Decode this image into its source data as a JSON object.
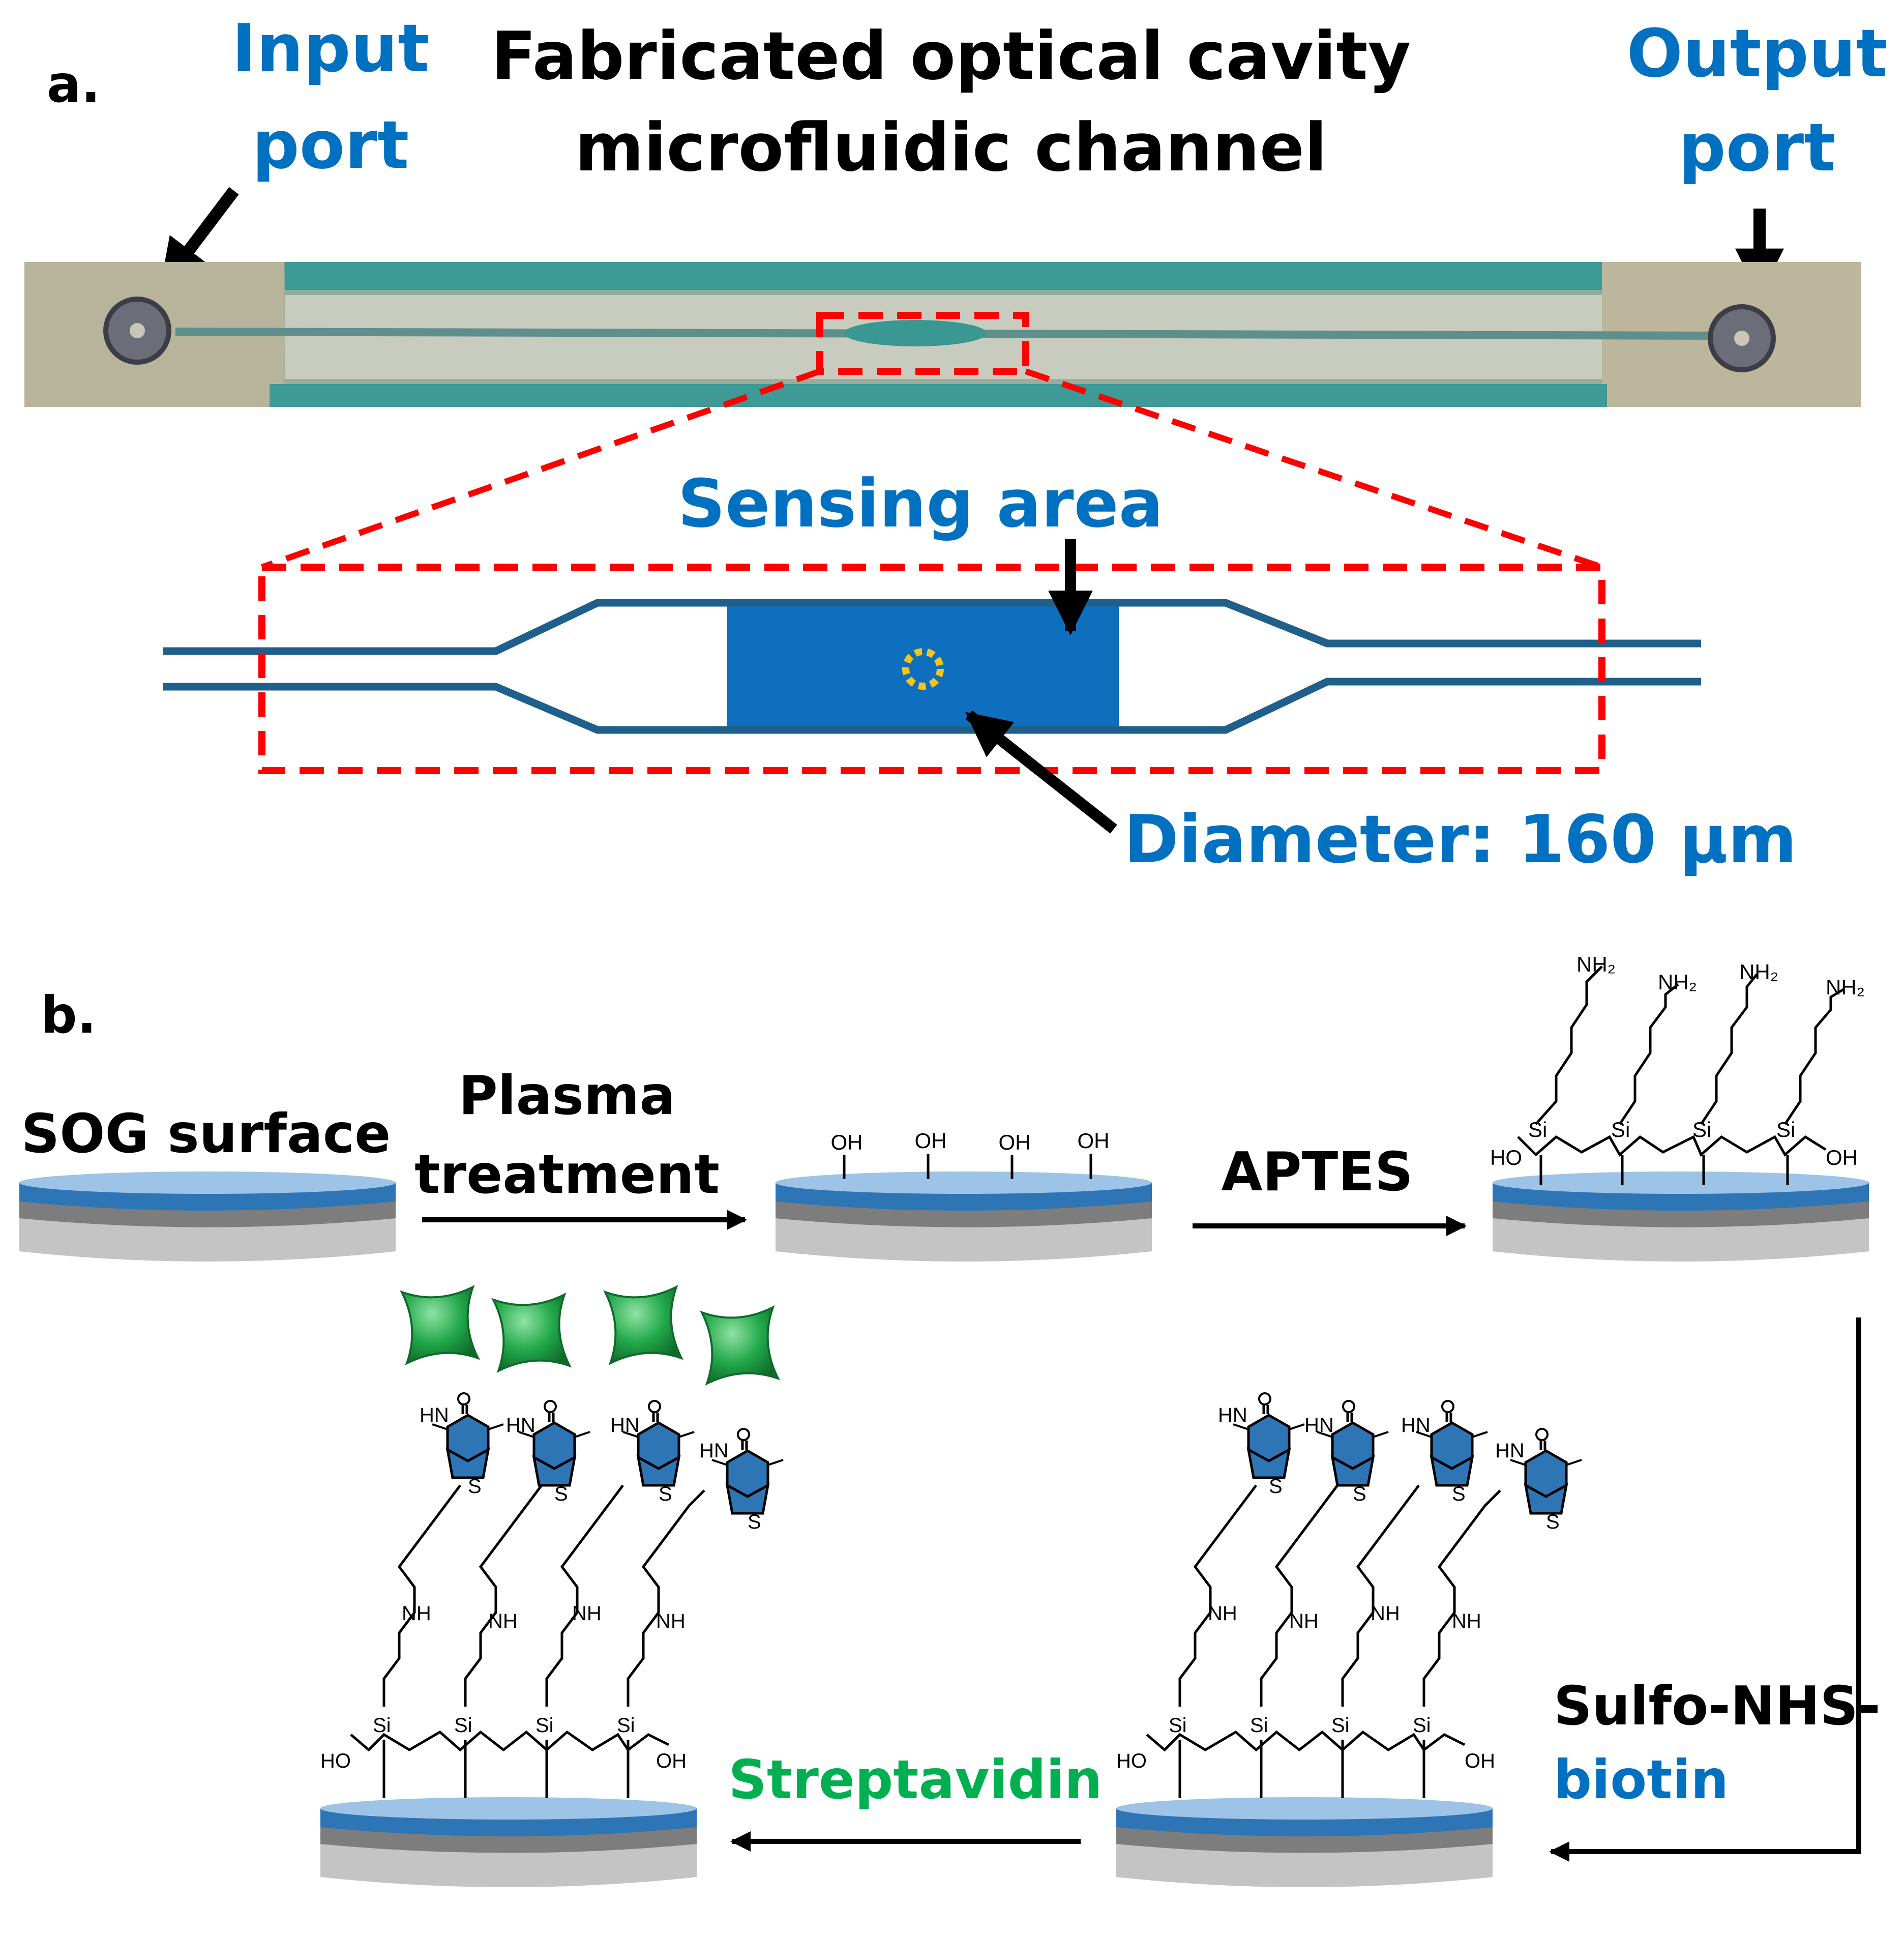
{
  "panel_a": {
    "letter": "a.",
    "input_label": [
      "Input",
      "port"
    ],
    "title": [
      "Fabricated optical cavity",
      "microfluidic channel"
    ],
    "output_label": [
      "Output",
      "port"
    ],
    "sensing_label": "Sensing area",
    "diameter_label": "Diameter: 160 μm"
  },
  "panel_b": {
    "letter": "b.",
    "sog_label": "SOG surface",
    "plasma_label": [
      "Plasma",
      "treatment"
    ],
    "aptes_label": "APTES",
    "sulfo_label": "Sulfo-NHS-",
    "biotin_label": "biotin",
    "streptavidin_label": "Streptavidin",
    "chem": {
      "oh": "OH",
      "ho": "HO",
      "si": "Si",
      "o": "O",
      "nh2": "NH₂",
      "nh": "NH",
      "hn": "HN",
      "s": "S"
    }
  },
  "colors": {
    "blue_text": "#0070c0",
    "green_text": "#00b050",
    "dashed_red": "#ff0000",
    "channel_blue": "#1f5f8b",
    "sensing_fill": "#0e6fbe",
    "biotin_blue": "#2e75b6",
    "streptavidin_green": "#22a84a",
    "surface_blue": "#5b9bd5"
  }
}
